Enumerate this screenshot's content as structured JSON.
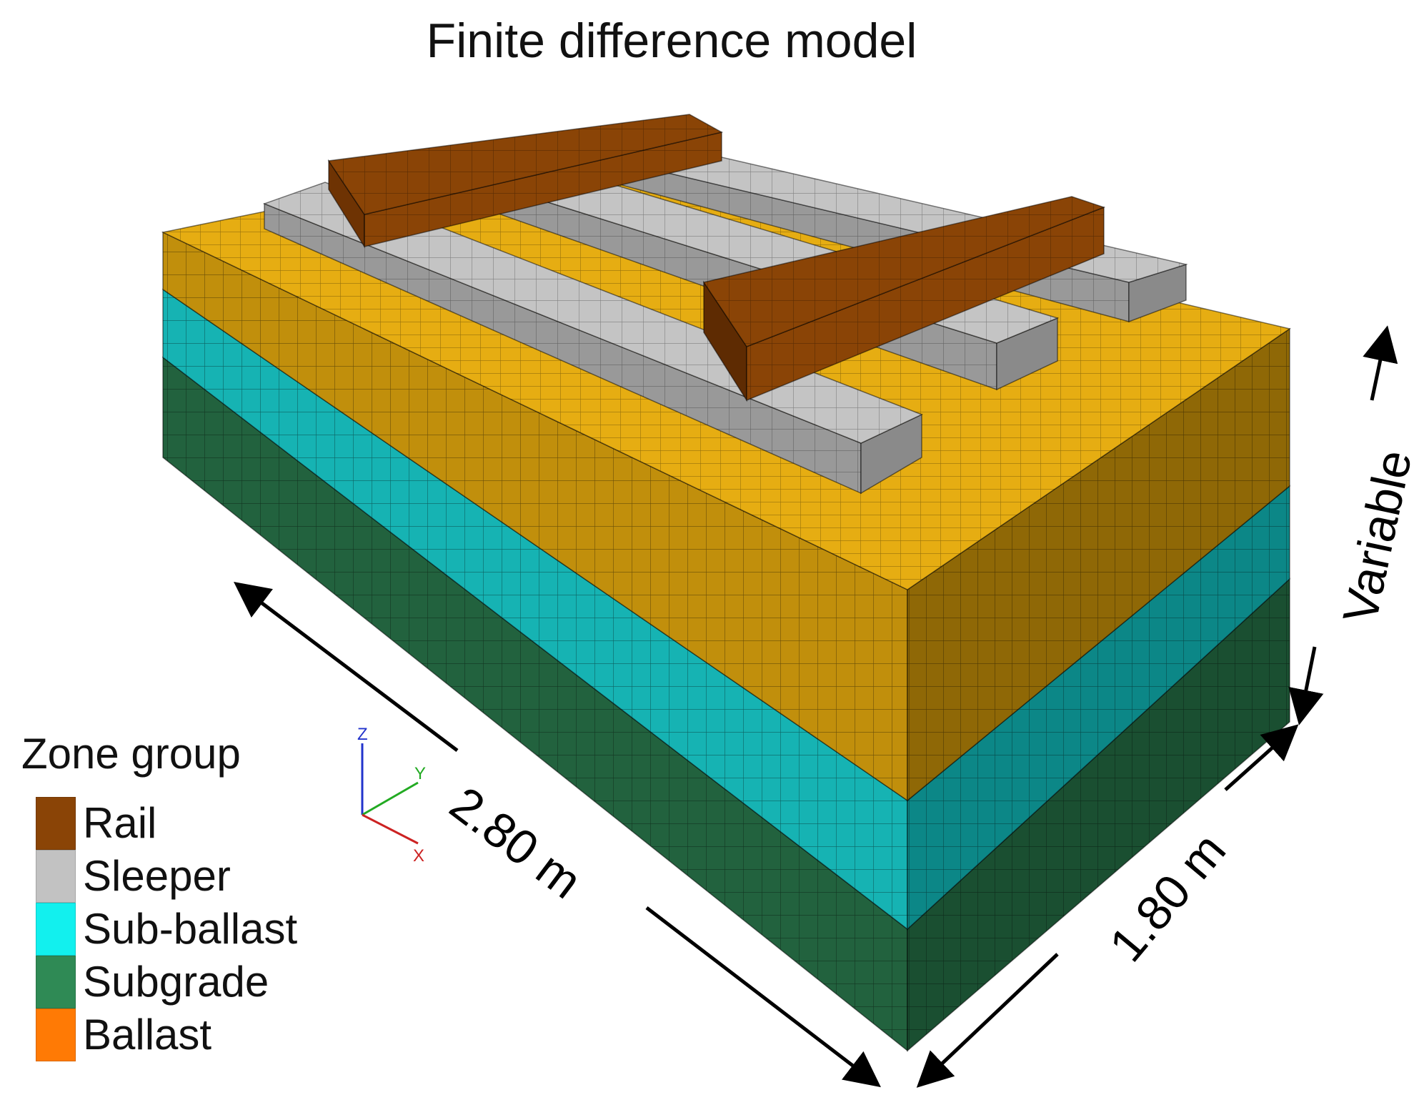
{
  "title": "Finite difference model",
  "legend": {
    "title": "Zone group",
    "items": [
      {
        "label": "Rail",
        "color": "#8a4406"
      },
      {
        "label": "Sleeper",
        "color": "#c2c2c2"
      },
      {
        "label": "Sub-ballast",
        "color": "#12f0ee"
      },
      {
        "label": "Subgrade",
        "color": "#2f8a55"
      },
      {
        "label": "Ballast",
        "color": "#ff7a05"
      }
    ]
  },
  "axes_triad": {
    "x": "X",
    "y": "Y",
    "z": "Z"
  },
  "dimensions": {
    "length": "2.80 m",
    "width": "1.80 m",
    "height": "Variable"
  },
  "colors": {
    "ballast_top": "#e6ad12",
    "ballast_front": "#c18f0c",
    "ballast_right": "#8f6806",
    "subballast_front": "#16b3b3",
    "subballast_right": "#0c8787",
    "subgrade_front": "#22623e",
    "subgrade_right": "#1a4f31",
    "rail_top": "#8a4406",
    "rail_side": "#6e3303",
    "sleeper_top": "#c4c4c4",
    "sleeper_side": "#999999"
  }
}
